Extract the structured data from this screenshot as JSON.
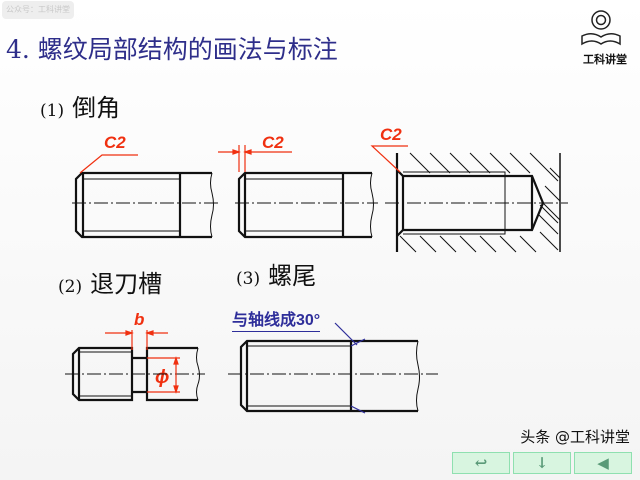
{
  "watermark": "公众号：工科讲堂",
  "title": "4. 螺纹局部结构的画法与标注",
  "logo": {
    "text": "工科讲堂",
    "icon": "gear-book-icon"
  },
  "sections": [
    {
      "num": "(1)",
      "label": "倒角"
    },
    {
      "num": "(2)",
      "label": "退刀槽"
    },
    {
      "num": "(3)",
      "label": "螺尾"
    }
  ],
  "annotations": {
    "c2": "C2",
    "b": "b",
    "phi": "ϕ",
    "thread_tail_note": "与轴线成30°"
  },
  "nav": {
    "return": "↩",
    "next": "↓",
    "prev": "◀"
  },
  "footer": "头条 @工科讲堂",
  "colors": {
    "title": "#2e2e8a",
    "dimension": "#f03010",
    "note": "#2e2e9a"
  }
}
